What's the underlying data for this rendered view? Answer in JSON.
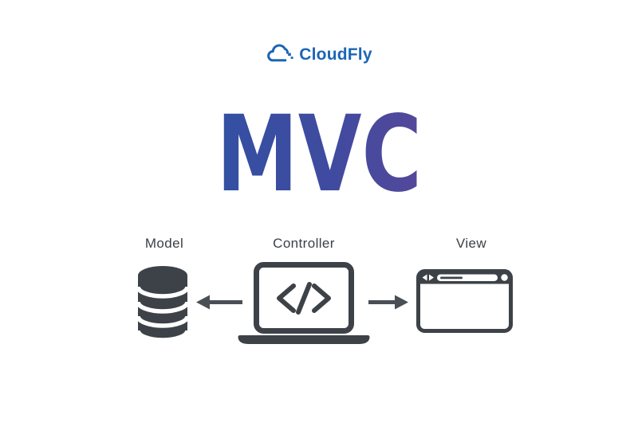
{
  "logo": {
    "text": "CloudFly",
    "color": "#1b66b5",
    "icon": "cloud-pixel-icon"
  },
  "title": {
    "text": "MVC",
    "gradient_from": "#3350a2",
    "gradient_to": "#54489a"
  },
  "diagram": {
    "icon_color": "#3d4248",
    "arrow_color": "#4a4f55",
    "nodes": [
      {
        "id": "model",
        "label": "Model",
        "icon": "database-icon"
      },
      {
        "id": "controller",
        "label": "Controller",
        "icon": "laptop-code-icon"
      },
      {
        "id": "view",
        "label": "View",
        "icon": "browser-window-icon"
      }
    ],
    "connections": [
      {
        "from": "controller",
        "to": "model",
        "arrow": "left"
      },
      {
        "from": "controller",
        "to": "view",
        "arrow": "right"
      }
    ]
  }
}
